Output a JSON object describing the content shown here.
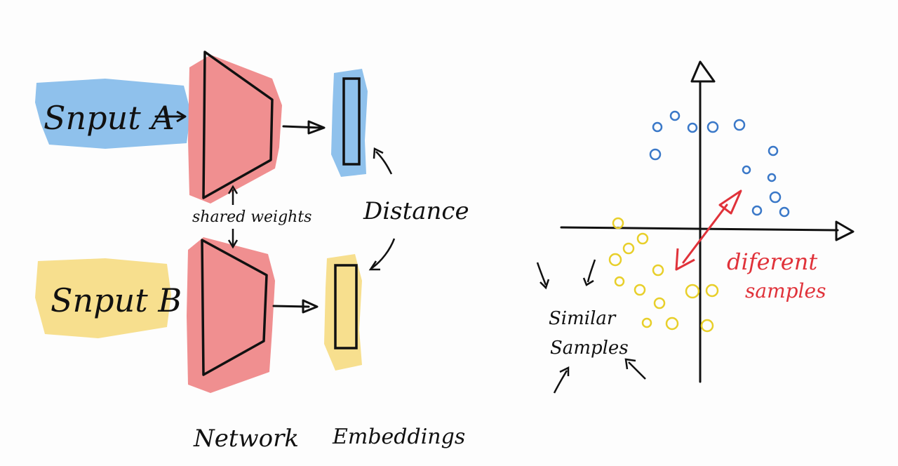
{
  "diagram": {
    "labels": {
      "input_a": "Snput A",
      "input_b": "Snput B",
      "shared_weights": "shared weights",
      "distance": "Distance",
      "network": "Network",
      "embeddings": "Embeddings",
      "different_line1": "diferent",
      "different_line2": "samples",
      "similar_line1": "Similar",
      "similar_line2": "Samples"
    },
    "colors": {
      "input_a_highlight": "#8fc1ec",
      "input_b_highlight": "#f7df8e",
      "network_fill": "#f08f90",
      "ink": "#111111",
      "different_color": "#e0323a",
      "blue_point": "#3a78c8",
      "yellow_point": "#e8cf2a"
    }
  }
}
